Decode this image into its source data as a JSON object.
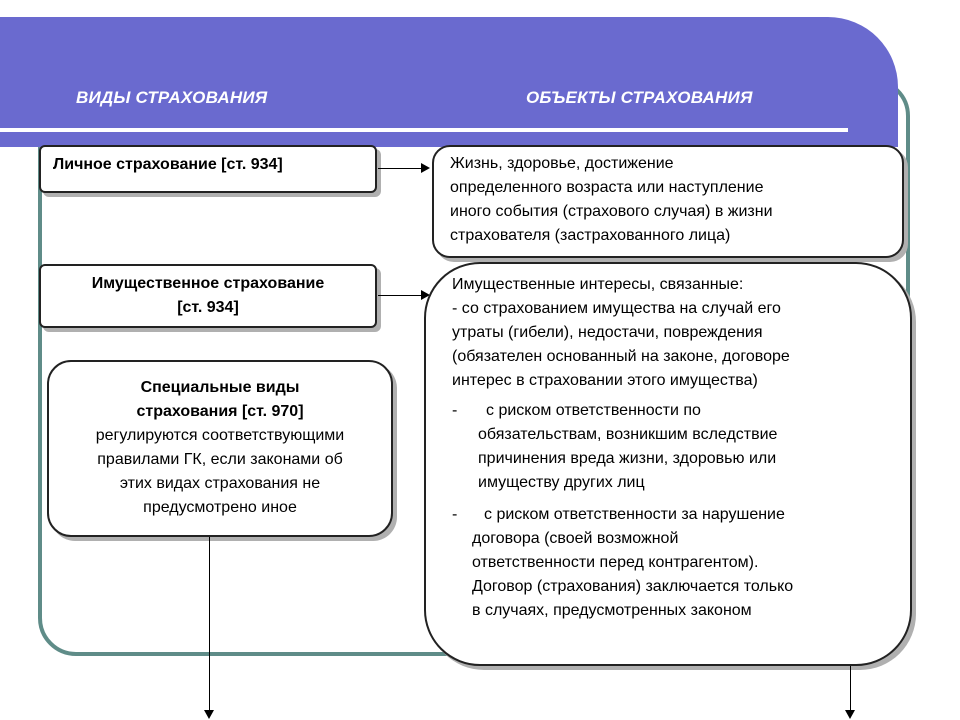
{
  "header": {
    "left_title": "ВИДЫ СТРАХОВАНИЯ",
    "right_title": "ОБЪЕКТЫ СТРАХОВАНИЯ"
  },
  "left": {
    "personal": "Личное страхование [ст. 934]",
    "property_line1": "Имущественное страхование",
    "property_line2": "[ст. 934]",
    "special_line1": "Специальные виды",
    "special_line2": "страхования [ст. 970]",
    "special_lines": [
      "регулируются соответствующими",
      "правилами ГК, если законами об",
      "этих видах страхования не",
      "предусмотрено иное"
    ]
  },
  "right": {
    "personal_lines": [
      "Жизнь, здоровье,  достижение",
      "определенного возраста или наступление",
      "иного события (страхового случая) в жизни",
      "страхователя (застрахованного лица)"
    ],
    "property_intro": [
      "Имущественные интересы, связанные:",
      "- со страхованием имущества на случай его",
      "утраты (гибели), недостачи, повреждения",
      "(обязателен основанный на законе, договоре",
      "интерес в страховании этого имущества)"
    ],
    "dash": "-",
    "liability1": [
      "с риском ответственности по",
      "обязательствам, возникшим вследствие",
      "причинения вреда жизни, здоровью или",
      "имуществу других лиц"
    ],
    "liability2": [
      "с риском ответственности за нарушение",
      "договора (своей возможной",
      "ответственности перед контрагентом).",
      "Договор (страхования) заключается только",
      "в случаях, предусмотренных законом"
    ]
  }
}
